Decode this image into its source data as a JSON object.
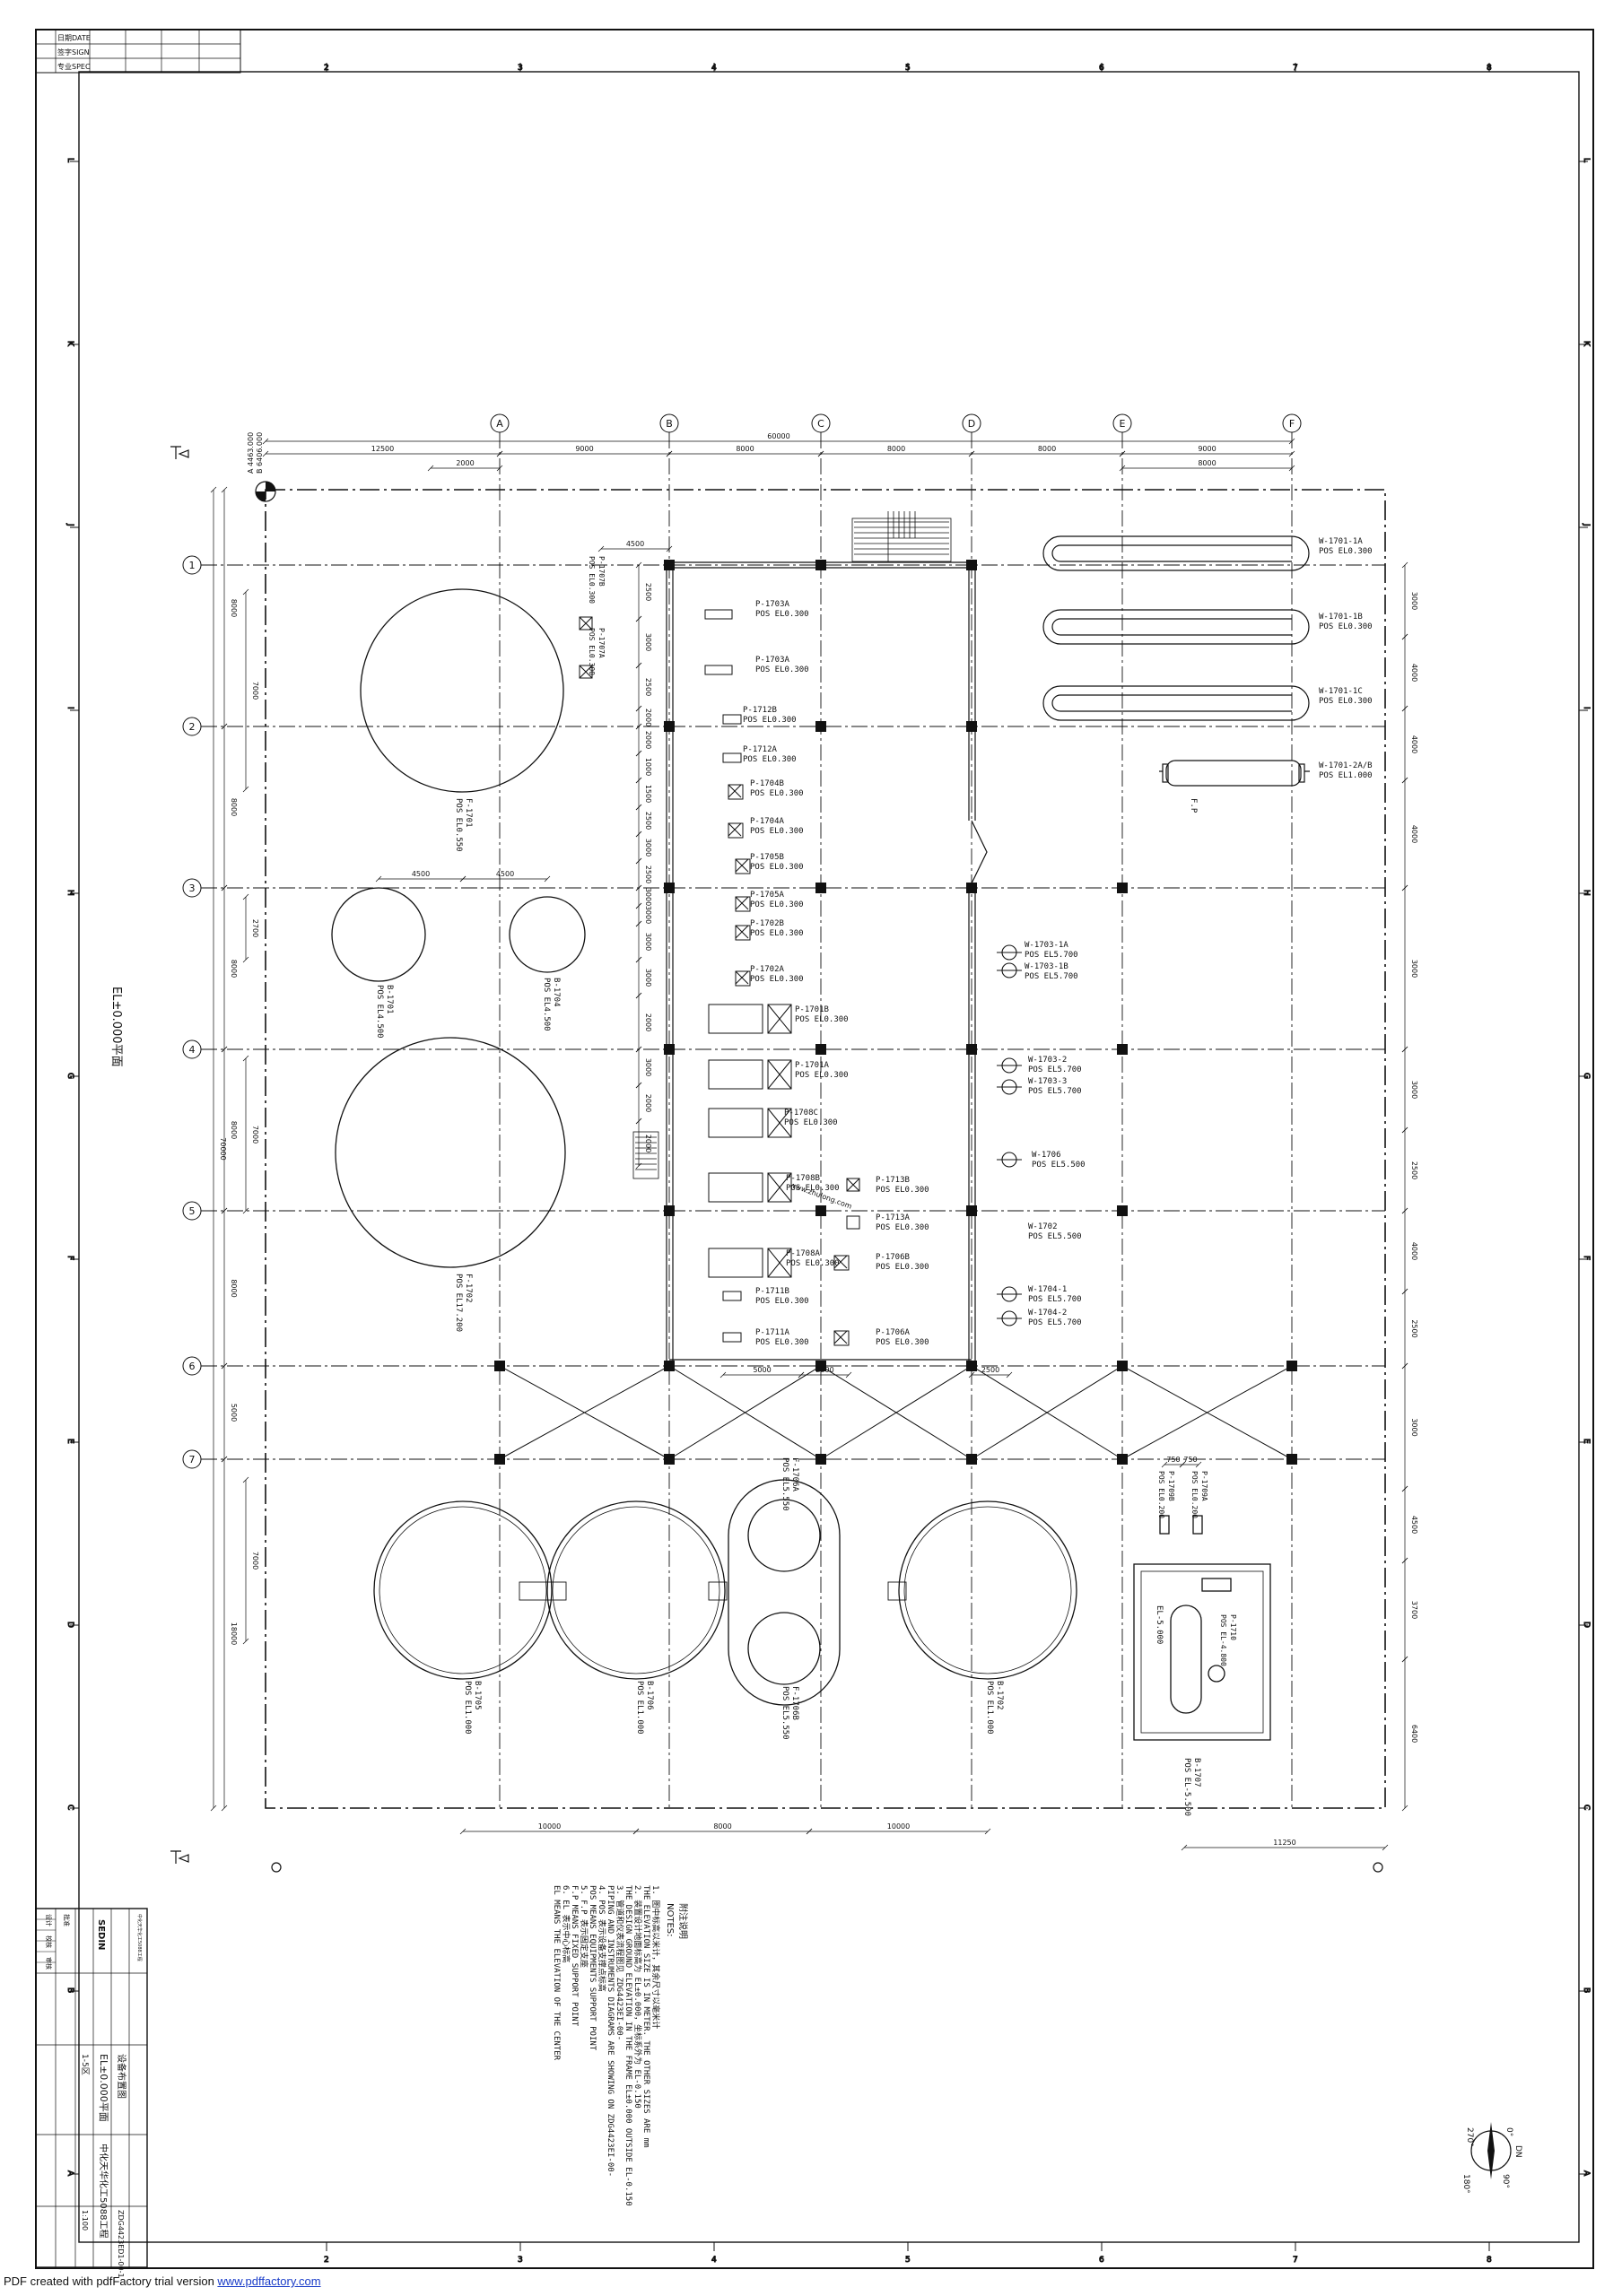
{
  "revision_block": {
    "rows": [
      "日期DATE",
      "签字SIGN",
      "专业SPEC"
    ]
  },
  "grid": {
    "cols": [
      "A",
      "B",
      "C",
      "D",
      "E",
      "F"
    ],
    "rows": [
      "1",
      "2",
      "3",
      "4",
      "5",
      "6",
      "7"
    ],
    "border_cols": [
      "2",
      "3",
      "4",
      "5",
      "6",
      "7",
      "8"
    ],
    "border_rows": [
      "L",
      "K",
      "J",
      "I",
      "H",
      "G",
      "F",
      "E",
      "D",
      "C",
      "B",
      "A"
    ]
  },
  "dimensions": {
    "top_total": "60000",
    "top_row": [
      "12500",
      "9000",
      "8000",
      "8000",
      "8000",
      "9000"
    ],
    "top_sub": [
      "2000",
      "4500",
      "8000"
    ],
    "left": [
      "8000",
      "8000",
      "8000",
      "8000",
      "8000",
      "5000",
      "18000"
    ],
    "left_total": "70000",
    "left_inner": [
      "7000",
      "2700",
      "7000",
      "7000"
    ],
    "bottom": [
      "10000",
      "8000",
      "10000",
      "11250"
    ],
    "mid_small": [
      "4500",
      "4500",
      "5000",
      "2500",
      "2500",
      "750",
      "750"
    ],
    "inner_cols": [
      "2500",
      "3000",
      "2500",
      "2000",
      "2000",
      "1000",
      "1500",
      "2500",
      "3000",
      "2500",
      "3000",
      "3000",
      "3000",
      "3000",
      "2000",
      "3000",
      "2000",
      "2000"
    ],
    "right": [
      "3000",
      "4000",
      "4000",
      "4000",
      "3000",
      "3000",
      "2500",
      "4000",
      "2500",
      "3000",
      "4500",
      "3700",
      "6400"
    ]
  },
  "origin": {
    "line1": "A 4463.000",
    "line2": "B 6406.000"
  },
  "elevation_label": "EL±0.000平面",
  "equipment": {
    "F1701": {
      "tag": "F-1701",
      "pos": "POS EL0.550"
    },
    "B1701": {
      "tag": "B-1701",
      "pos": "POS EL4.500"
    },
    "B1704": {
      "tag": "B-1704",
      "pos": "POS EL4.500"
    },
    "F1702": {
      "tag": "F-1702",
      "pos": "POS EL17.200"
    },
    "V1707": {
      "tag": "P-1707B",
      "pos": "POS EL0.300"
    },
    "V1707a": {
      "tag": "P-1707A",
      "pos": "POS EL0.300"
    },
    "P1703A1": {
      "tag": "P-1703A",
      "pos": "POS EL0.300"
    },
    "P1703A2": {
      "tag": "P-1703A",
      "pos": "POS EL0.300"
    },
    "P1712B": {
      "tag": "P-1712B",
      "pos": "POS EL0.300"
    },
    "P1712A": {
      "tag": "P-1712A",
      "pos": "POS EL0.300"
    },
    "P1704B": {
      "tag": "P-1704B",
      "pos": "POS EL0.300"
    },
    "P1704A": {
      "tag": "P-1704A",
      "pos": "POS EL0.300"
    },
    "P1705B": {
      "tag": "P-1705B",
      "pos": "POS EL0.300"
    },
    "P1705A": {
      "tag": "P-1705A",
      "pos": "POS EL0.300"
    },
    "P1702B": {
      "tag": "P-1702B",
      "pos": "POS EL0.300"
    },
    "P1702A": {
      "tag": "P-1702A",
      "pos": "POS EL0.300"
    },
    "P1701B": {
      "tag": "P-1701B",
      "pos": "POS EL0.300"
    },
    "P1701A": {
      "tag": "P-1701A",
      "pos": "POS EL0.300"
    },
    "P1708C": {
      "tag": "P-1708C",
      "pos": "POS EL0.300"
    },
    "P1708B": {
      "tag": "P-1708B",
      "pos": "POS EL0.300"
    },
    "P1713B": {
      "tag": "P-1713B",
      "pos": "POS EL0.300"
    },
    "P1713A": {
      "tag": "P-1713A",
      "pos": "POS EL0.300"
    },
    "P1708A": {
      "tag": "P-1708A",
      "pos": "POS EL0.300"
    },
    "P1706B": {
      "tag": "P-1706B",
      "pos": "POS EL0.300"
    },
    "P1711B": {
      "tag": "P-1711B",
      "pos": "POS EL0.300"
    },
    "P1711A": {
      "tag": "P-1711A",
      "pos": "POS EL0.300"
    },
    "P1706A": {
      "tag": "P-1706A",
      "pos": "POS EL0.300"
    },
    "W1701A": {
      "tag": "W-1701-1A",
      "pos": "POS EL0.300"
    },
    "W1701B": {
      "tag": "W-1701-1B",
      "pos": "POS EL0.300"
    },
    "W1701C": {
      "tag": "W-1701-1C",
      "pos": "POS EL0.300"
    },
    "W17012": {
      "tag": "W-1701-2A/B",
      "pos": "POS EL1.000"
    },
    "W17031A": {
      "tag": "W-1703-1A",
      "pos": "POS EL5.700"
    },
    "W17031B": {
      "tag": "W-1703-1B",
      "pos": "POS EL5.700"
    },
    "W17032": {
      "tag": "W-1703-2",
      "pos": "POS EL5.700"
    },
    "W17033": {
      "tag": "W-1703-3",
      "pos": "POS EL5.700"
    },
    "W1706": {
      "tag": "W-1706",
      "pos": "POS EL5.500"
    },
    "W1702": {
      "tag": "W-1702",
      "pos": "POS EL5.500"
    },
    "W17041": {
      "tag": "W-1704-1",
      "pos": "POS EL5.700"
    },
    "W17042": {
      "tag": "W-1704-2",
      "pos": "POS EL5.700"
    },
    "F1706A": {
      "tag": "F-1706A",
      "pos": "POS EL5.550"
    },
    "F1706B": {
      "tag": "F-1706B",
      "pos": "POS EL5.550"
    },
    "B1705": {
      "tag": "B-1705",
      "pos": "POS EL1.000"
    },
    "B1706": {
      "tag": "B-1706",
      "pos": "POS EL1.000"
    },
    "B1702": {
      "tag": "B-1702",
      "pos": "POS EL1.000"
    },
    "P1709A": {
      "tag": "P-1709A",
      "pos": "POS EL0.200"
    },
    "P1709B": {
      "tag": "P-1709B",
      "pos": "POS EL0.200"
    },
    "B1707": {
      "tag": "B-1707",
      "pos": "POS EL-5.500"
    },
    "P1710": {
      "tag": "P-1710",
      "pos": "POS EL-4.800"
    },
    "pit": {
      "tag": "EL-5.000"
    },
    "fp": {
      "tag": "F.P"
    }
  },
  "notes": {
    "title_cn": "附注说明",
    "title_en": "NOTES:",
    "items": [
      "1. 图中标高以米计，其余尺寸以毫米计",
      "   THE ELEVATION SIZE IS IN METER. THE OTHER SIZES ARE mm",
      "2. 装置设计地面标高为 EL±0.000，坐标系外为 EL-0.150",
      "   THE DESIGN GROUND ELEVATION IN THE FRAME EL±0.000 OUTSIDE EL-0.150",
      "3. 管道和仪表流程图见 ZDG4423EI-00-",
      "   PIPING AND INSTRUMENTS DIAGRAMS ARE SHOWING ON ZDG4423EI-00-",
      "4. POS 表示设备支撑点标高",
      "   POS MEANS EQUIPMENTS SUPPORT POINT",
      "5. F.P 表示固定支座",
      "   F.P MEANS FIXED SUPPORT POINT",
      "6. EL 表示中心标高",
      "   EL MEANS THE ELEVATION OF THE CENTER"
    ]
  },
  "title_block": {
    "company": "SEDIN",
    "project": "中化天华化工5088工程",
    "unit": "1-5区",
    "drawing_title": "EL±0.000平面",
    "drawing_sub": "设备布置图",
    "drawing_no": "ZDG4423ED1-00-1",
    "scale": "1:100",
    "label_design": "设计",
    "label_check": "校核",
    "label_review": "审核",
    "label_approve": "批准"
  },
  "north": {
    "label": "DN",
    "deg0": "0°",
    "deg90": "90°",
    "deg180": "180°",
    "deg270": "270°"
  },
  "watermark": "www.zhulong.com",
  "footer": {
    "text": "PDF created with pdfFactory trial version ",
    "link": "www.pdffactory.com"
  }
}
